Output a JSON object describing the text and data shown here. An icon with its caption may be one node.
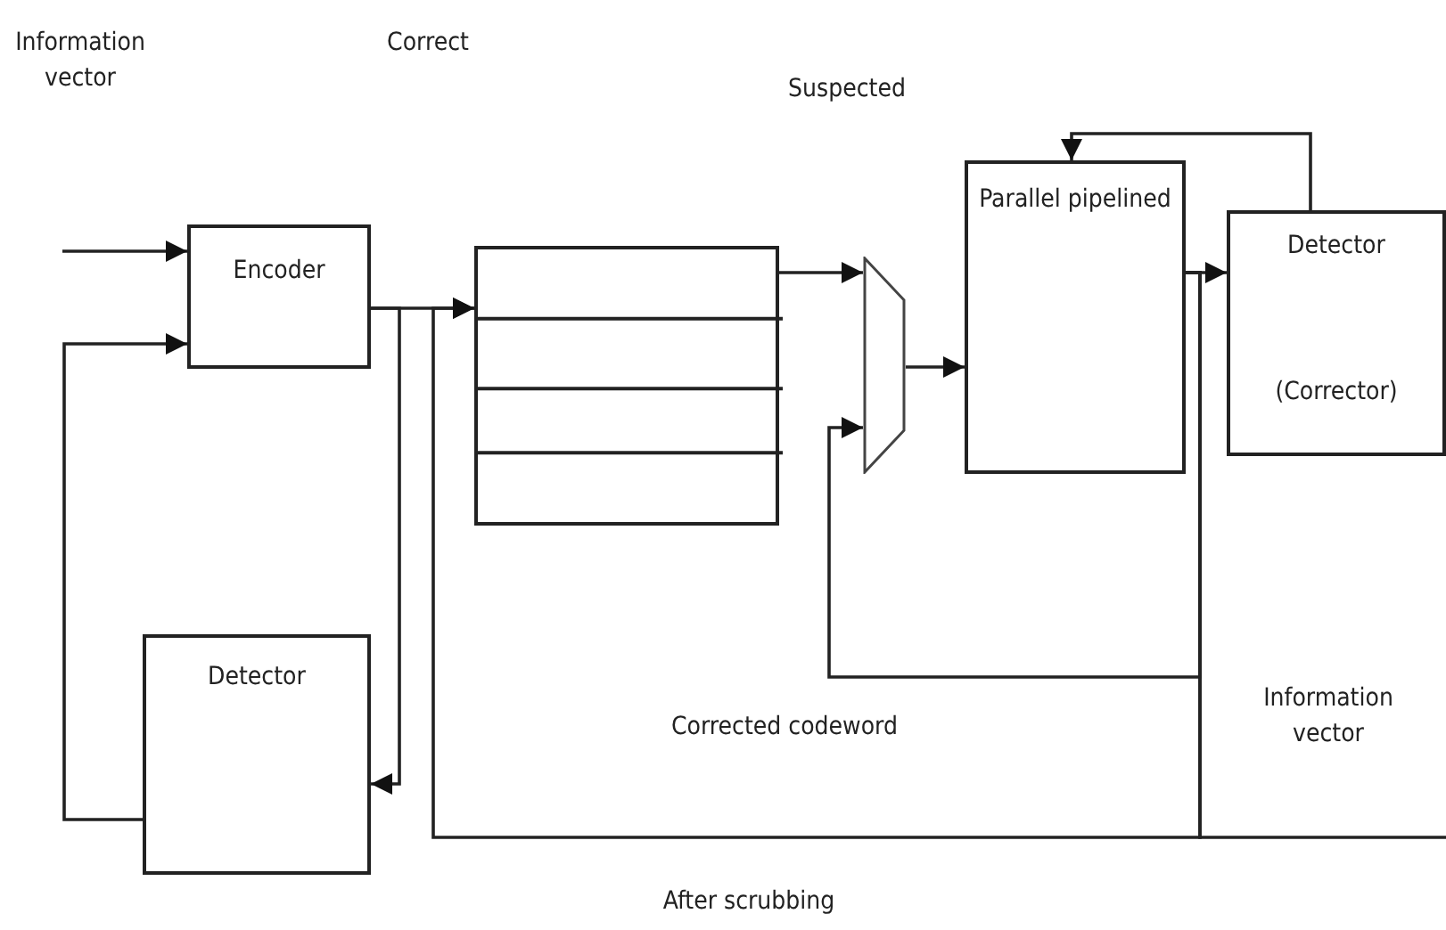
{
  "diagram": {
    "nodes": [
      {
        "text": [
          "Encoder"
        ]
      },
      {
        "text": [],
        "shape": "box"
      },
      {
        "text": [],
        "shape": "trapezoid"
      },
      {
        "text": [
          "Parallel pipelined"
        ]
      },
      {
        "text": [
          "Detector",
          "(Corrector)"
        ]
      },
      {
        "text": [
          "Detector"
        ]
      }
    ],
    "edges": [
      {
        "from": null,
        "to": 0,
        "arrow": "to"
      },
      {
        "from": 5,
        "to": 0,
        "arrow": "to"
      },
      {
        "from": 0,
        "to": 1,
        "arrow": "to"
      },
      {
        "from": 0,
        "to": 5,
        "arrow": "to"
      },
      {
        "from": 1,
        "to": 2,
        "arrow": "to"
      },
      {
        "from": 2,
        "to": 3,
        "arrow": "to"
      },
      {
        "from": 3,
        "to": 4,
        "arrow": "to"
      },
      {
        "from": 4,
        "to": 3,
        "arrow": "to"
      },
      {
        "from": 3,
        "to": 2,
        "arrow": "to"
      },
      {
        "from": 3,
        "to": 1,
        "arrow": "to"
      },
      {
        "from": 3,
        "to": null,
        "arrow": "none"
      }
    ],
    "labels": [
      "Information vector",
      "Correct",
      "Suspected",
      "Corrected codeword",
      "Information vector",
      "After scrubbing"
    ]
  }
}
